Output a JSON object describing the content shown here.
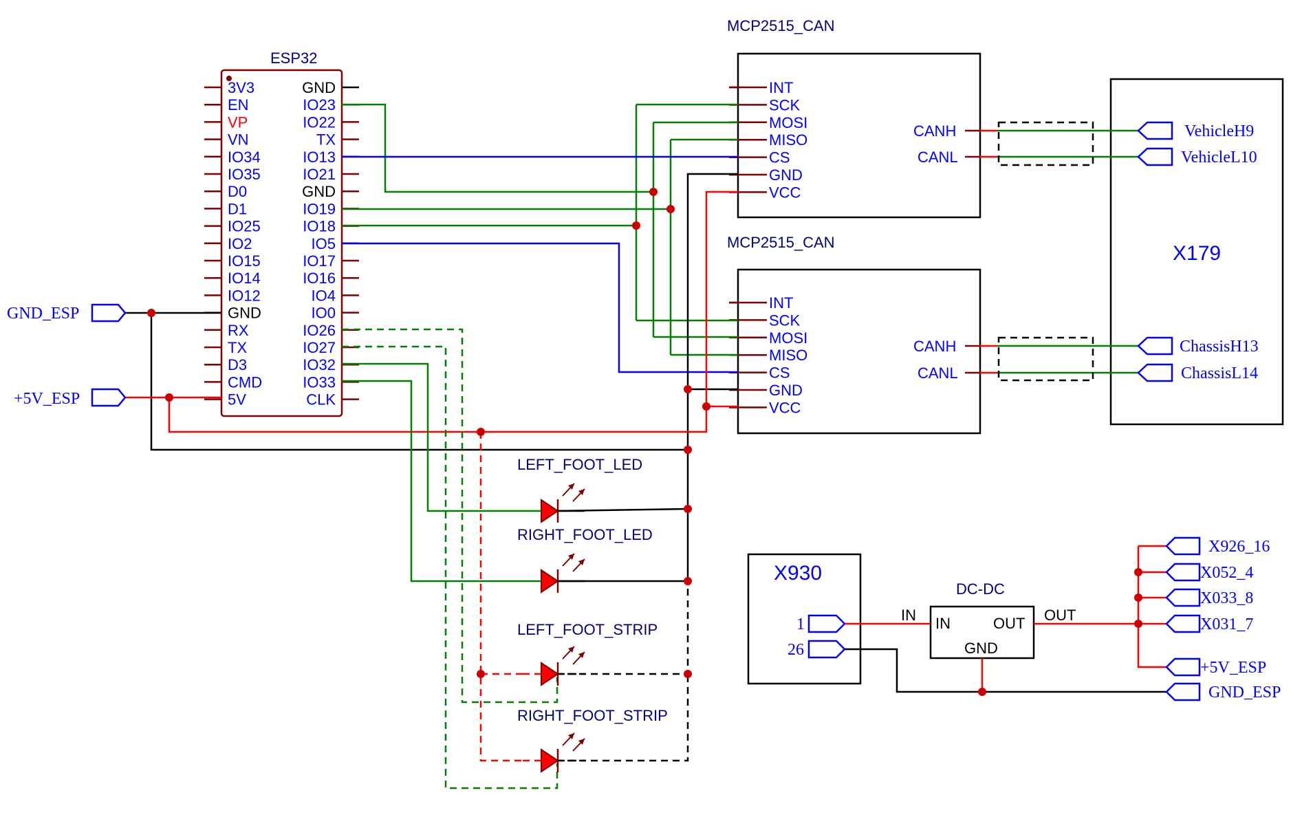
{
  "esp32": {
    "title": "ESP32",
    "left_pins": [
      "3V3",
      "EN",
      "VP",
      "VN",
      "IO34",
      "IO35",
      "D0",
      "D1",
      "IO25",
      "IO2",
      "IO15",
      "IO14",
      "IO12",
      "GND",
      "RX",
      "TX",
      "D3",
      "CMD",
      "5V"
    ],
    "right_pins": [
      "GND",
      "IO23",
      "IO22",
      "TX",
      "IO13",
      "IO21",
      "GND",
      "IO19",
      "IO18",
      "IO5",
      "IO17",
      "IO16",
      "IO4",
      "IO0",
      "IO26",
      "IO27",
      "IO32",
      "IO33",
      "CLK"
    ]
  },
  "mcp1": {
    "title": "MCP2515_CAN",
    "pins": [
      "INT",
      "SCK",
      "MOSI",
      "MISO",
      "CS",
      "GND",
      "VCC"
    ],
    "canh": "CANH",
    "canl": "CANL"
  },
  "mcp2": {
    "title": "MCP2515_CAN",
    "pins": [
      "INT",
      "SCK",
      "MOSI",
      "MISO",
      "CS",
      "GND",
      "VCC"
    ],
    "canh": "CANH",
    "canl": "CANL"
  },
  "x179": {
    "title": "X179",
    "ports": [
      "VehicleH9",
      "VehicleL10",
      "ChassisH13",
      "ChassisL14"
    ]
  },
  "x930": {
    "title": "X930",
    "pins": [
      "1",
      "26"
    ]
  },
  "dcdc": {
    "title": "DC-DC",
    "in": "IN",
    "out": "OUT",
    "gnd": "GND",
    "in_wire": "IN",
    "out_wire": "OUT"
  },
  "power_ports": {
    "gnd_esp": "GND_ESP",
    "v5_esp": "+5V_ESP"
  },
  "leds": [
    "LEFT_FOOT_LED",
    "RIGHT_FOOT_LED",
    "LEFT_FOOT_STRIP",
    "RIGHT_FOOT_STRIP"
  ],
  "out_ports": [
    "X926_16",
    "X052_4",
    "X033_8",
    "X031_7",
    "+5V_ESP",
    "GND_ESP"
  ],
  "colors": {
    "signal_wire": "#008000",
    "cs_wire": "#0000ff",
    "power_wire": "#ff0000",
    "ground_wire": "#000000",
    "junction": "#cc0000"
  }
}
